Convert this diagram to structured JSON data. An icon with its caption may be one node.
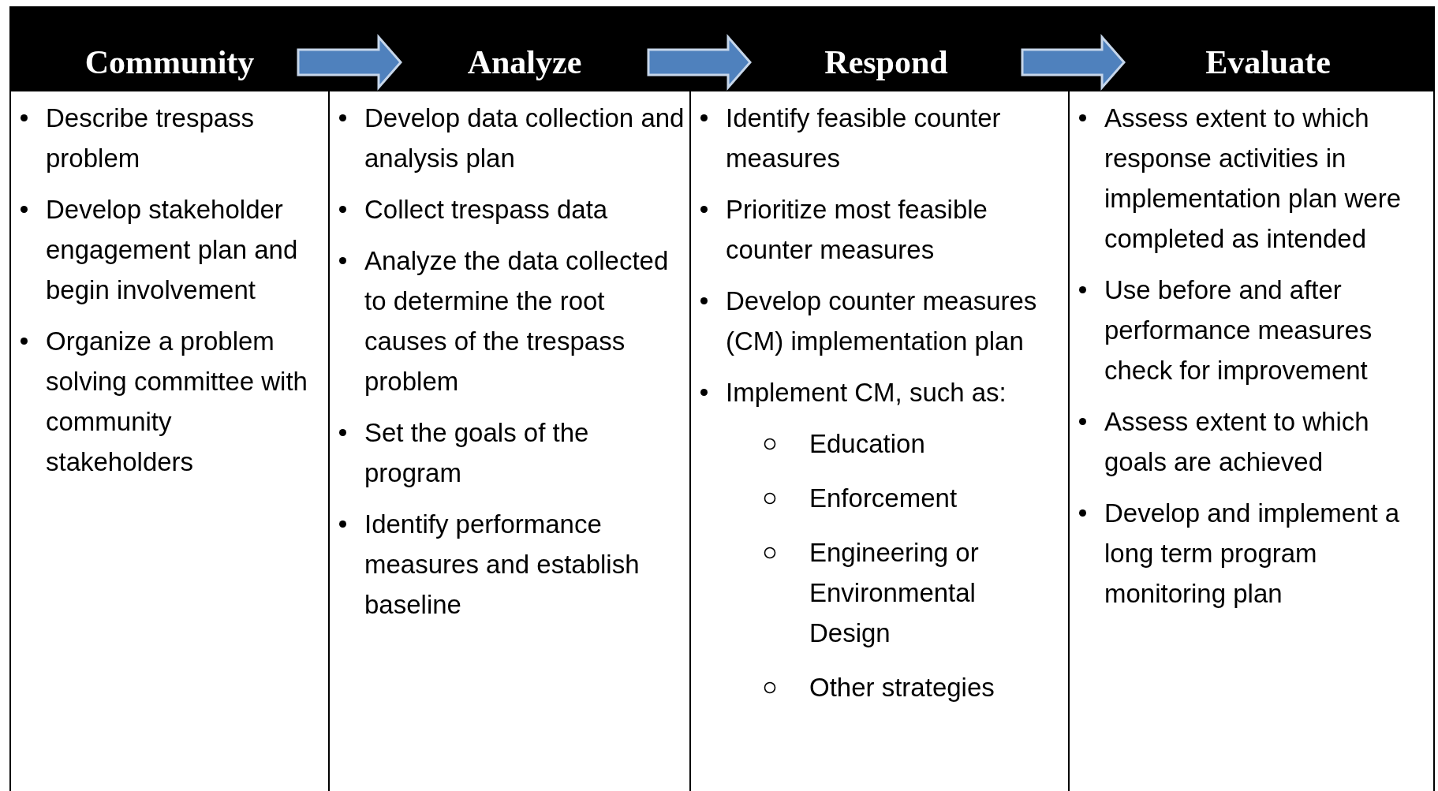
{
  "diagram": {
    "nodes": [
      {
        "text": [
          "Community"
        ]
      },
      {
        "text": [
          "Analyze"
        ]
      },
      {
        "text": [
          "Respond"
        ]
      },
      {
        "text": [
          "Evaluate"
        ]
      },
      {
        "text": [
          "Describe trespass problem",
          "Develop stakeholder engagement plan and begin involvement",
          "Organize a problem solving committee with community stakeholders"
        ]
      },
      {
        "text": [
          "Develop data collection and analysis plan",
          "Collect trespass data",
          "Analyze the data collected to determine the root causes of the trespass problem",
          "Set the goals of the program",
          "Identify performance measures and establish baseline"
        ]
      },
      {
        "text": [
          "Identify feasible counter measures",
          "Prioritize most feasible counter measures",
          "Develop counter measures (CM) implementation plan",
          "Implement CM, such as:",
          "Education",
          "Enforcement",
          "Engineering or Environmental Design",
          "Other strategies"
        ]
      },
      {
        "text": [
          "Assess extent to which response activities in implementation plan were completed as intended",
          "Use before and after performance measures check for improvement",
          "Assess extent to which goals are achieved",
          "Develop and implement a long term program monitoring plan"
        ]
      }
    ],
    "edges": [
      {
        "from": 0,
        "to": 1,
        "arrow": "to"
      },
      {
        "from": 1,
        "to": 2,
        "arrow": "to"
      },
      {
        "from": 2,
        "to": 3,
        "arrow": "to"
      }
    ]
  }
}
